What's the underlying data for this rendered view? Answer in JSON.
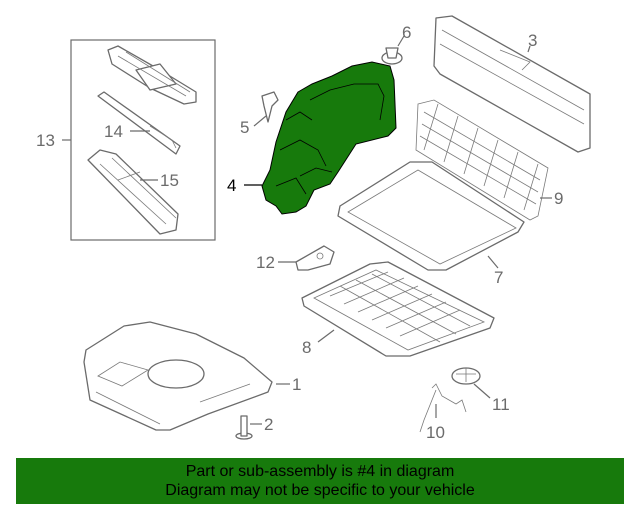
{
  "diagram": {
    "highlight_color": "#177a0c",
    "callouts": {
      "c1": "1",
      "c2": "2",
      "c3": "3",
      "c4": "4",
      "c5": "5",
      "c6": "6",
      "c7": "7",
      "c8": "8",
      "c9": "9",
      "c10": "10",
      "c11": "11",
      "c12": "12",
      "c13": "13",
      "c14": "14",
      "c15": "15"
    }
  },
  "banner": {
    "line1": "Part or sub-assembly is #4 in diagram",
    "line2": "Diagram may not be specific to your vehicle",
    "color": "#177a0c"
  }
}
